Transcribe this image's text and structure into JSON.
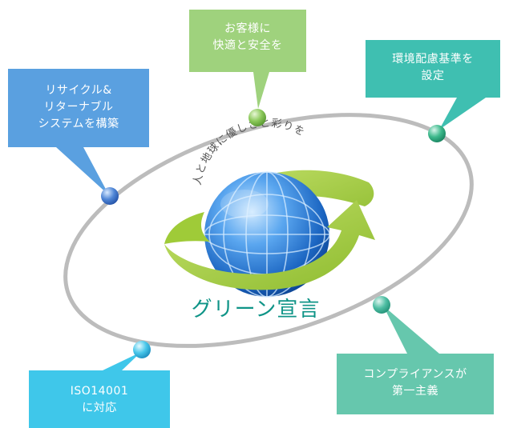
{
  "diagram": {
    "title": "グリーン宣言",
    "arc_text": "人と地球に優しさと彩りを",
    "colors": {
      "ring": "#bcbcbc",
      "green_arrow": "#a5cd39",
      "globe": "#1e73c6",
      "title_text": "#0f9487"
    },
    "callouts": [
      {
        "id": "customer",
        "lines": [
          "お客様に",
          "快適と安全を"
        ],
        "color": "#9fd27d"
      },
      {
        "id": "environment",
        "lines": [
          "環境配慮基準を",
          "設定"
        ],
        "color": "#3fbfb1"
      },
      {
        "id": "recycle",
        "lines": [
          "リサイクル&",
          "リターナブル",
          "システムを構築"
        ],
        "color": "#5aa0e0"
      },
      {
        "id": "iso",
        "lines": [
          "ISO14001",
          "に対応"
        ],
        "color": "#3fc7ea"
      },
      {
        "id": "compliance",
        "lines": [
          "コンプライアンスが",
          "第一主義"
        ],
        "color": "#66c7ad"
      }
    ]
  }
}
